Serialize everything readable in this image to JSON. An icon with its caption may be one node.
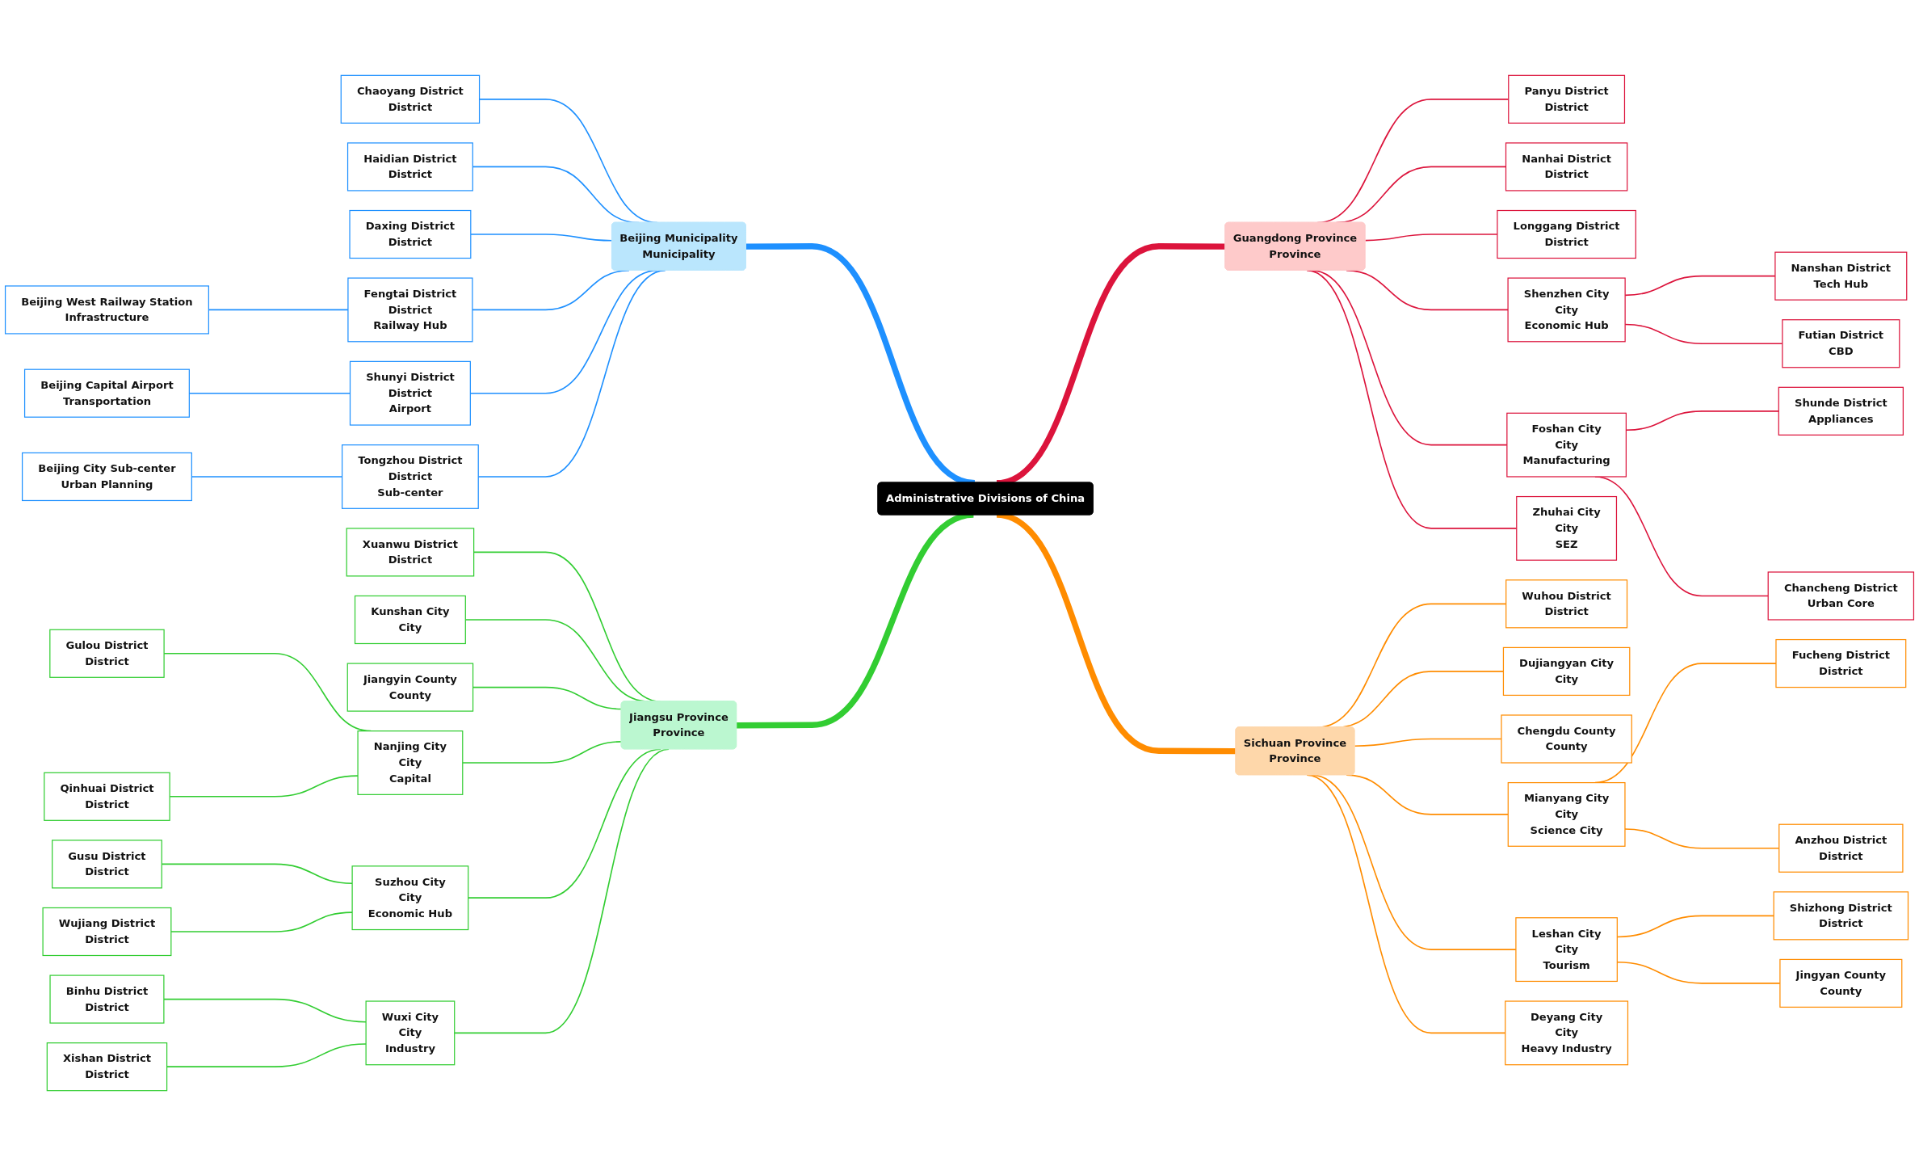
{
  "diagram": {
    "nodes": [
      {
        "text": [
          "Administrative Divisions of China"
        ]
      },
      {
        "text": [
          "Beijing Municipality",
          "Municipality"
        ]
      },
      {
        "text": [
          "Chaoyang District",
          "District"
        ]
      },
      {
        "text": [
          "Haidian District",
          "District"
        ]
      },
      {
        "text": [
          "Daxing District",
          "District"
        ]
      },
      {
        "text": [
          "Fengtai District",
          "District",
          "Railway Hub"
        ]
      },
      {
        "text": [
          "Beijing West Railway Station",
          "Infrastructure"
        ]
      },
      {
        "text": [
          "Shunyi District",
          "District",
          "Airport"
        ]
      },
      {
        "text": [
          "Beijing Capital Airport",
          "Transportation"
        ]
      },
      {
        "text": [
          "Tongzhou District",
          "District",
          "Sub-center"
        ]
      },
      {
        "text": [
          "Beijing City Sub-center",
          "Urban Planning"
        ]
      },
      {
        "text": [
          "Jiangsu Province",
          "Province"
        ]
      },
      {
        "text": [
          "Xuanwu District",
          "District"
        ]
      },
      {
        "text": [
          "Kunshan City",
          "City"
        ]
      },
      {
        "text": [
          "Jiangyin County",
          "County"
        ]
      },
      {
        "text": [
          "Nanjing City",
          "City",
          "Capital"
        ]
      },
      {
        "text": [
          "Gulou District",
          "District"
        ]
      },
      {
        "text": [
          "Qinhuai District",
          "District"
        ]
      },
      {
        "text": [
          "Suzhou City",
          "City",
          "Economic Hub"
        ]
      },
      {
        "text": [
          "Gusu District",
          "District"
        ]
      },
      {
        "text": [
          "Wujiang District",
          "District"
        ]
      },
      {
        "text": [
          "Wuxi City",
          "City",
          "Industry"
        ]
      },
      {
        "text": [
          "Binhu District",
          "District"
        ]
      },
      {
        "text": [
          "Xishan District",
          "District"
        ]
      },
      {
        "text": [
          "Guangdong Province",
          "Province"
        ]
      },
      {
        "text": [
          "Panyu District",
          "District"
        ]
      },
      {
        "text": [
          "Nanhai District",
          "District"
        ]
      },
      {
        "text": [
          "Longgang District",
          "District"
        ]
      },
      {
        "text": [
          "Shenzhen City",
          "City",
          "Economic Hub"
        ]
      },
      {
        "text": [
          "Nanshan District",
          "Tech Hub"
        ]
      },
      {
        "text": [
          "Futian District",
          "CBD"
        ]
      },
      {
        "text": [
          "Foshan City",
          "City",
          "Manufacturing"
        ]
      },
      {
        "text": [
          "Shunde District",
          "Appliances"
        ]
      },
      {
        "text": [
          "Chancheng District",
          "Urban Core"
        ]
      },
      {
        "text": [
          "Zhuhai City",
          "City",
          "SEZ"
        ]
      },
      {
        "text": [
          "Sichuan Province",
          "Province"
        ]
      },
      {
        "text": [
          "Wuhou District",
          "District"
        ]
      },
      {
        "text": [
          "Dujiangyan City",
          "City"
        ]
      },
      {
        "text": [
          "Chengdu County",
          "County"
        ]
      },
      {
        "text": [
          "Mianyang City",
          "City",
          "Science City"
        ]
      },
      {
        "text": [
          "Fucheng District",
          "District"
        ]
      },
      {
        "text": [
          "Anzhou District",
          "District"
        ]
      },
      {
        "text": [
          "Leshan City",
          "City",
          "Tourism"
        ]
      },
      {
        "text": [
          "Shizhong District",
          "District"
        ]
      },
      {
        "text": [
          "Jingyan County",
          "County"
        ]
      },
      {
        "text": [
          "Deyang City",
          "City",
          "Heavy Industry"
        ]
      }
    ],
    "edges": [
      {
        "from": 1,
        "to": 0,
        "arrow": "none",
        "style": "thick",
        "color": "#1e90ff"
      },
      {
        "from": 2,
        "to": 1,
        "arrow": "none",
        "color": "#1e90ff"
      },
      {
        "from": 3,
        "to": 1,
        "arrow": "none",
        "color": "#1e90ff"
      },
      {
        "from": 4,
        "to": 1,
        "arrow": "none",
        "color": "#1e90ff"
      },
      {
        "from": 5,
        "to": 1,
        "arrow": "none",
        "color": "#1e90ff"
      },
      {
        "from": 6,
        "to": 5,
        "arrow": "none",
        "color": "#1e90ff"
      },
      {
        "from": 7,
        "to": 1,
        "arrow": "none",
        "color": "#1e90ff"
      },
      {
        "from": 8,
        "to": 7,
        "arrow": "none",
        "color": "#1e90ff"
      },
      {
        "from": 9,
        "to": 1,
        "arrow": "none",
        "color": "#1e90ff"
      },
      {
        "from": 10,
        "to": 9,
        "arrow": "none",
        "color": "#1e90ff"
      },
      {
        "from": 11,
        "to": 0,
        "arrow": "none",
        "style": "thick",
        "color": "#32cd32"
      },
      {
        "from": 12,
        "to": 11,
        "arrow": "none",
        "color": "#32cd32"
      },
      {
        "from": 13,
        "to": 11,
        "arrow": "none",
        "color": "#32cd32"
      },
      {
        "from": 14,
        "to": 11,
        "arrow": "none",
        "color": "#32cd32"
      },
      {
        "from": 15,
        "to": 11,
        "arrow": "none",
        "color": "#32cd32"
      },
      {
        "from": 16,
        "to": 15,
        "arrow": "none",
        "color": "#32cd32"
      },
      {
        "from": 17,
        "to": 15,
        "arrow": "none",
        "color": "#32cd32"
      },
      {
        "from": 18,
        "to": 11,
        "arrow": "none",
        "color": "#32cd32"
      },
      {
        "from": 19,
        "to": 18,
        "arrow": "none",
        "color": "#32cd32"
      },
      {
        "from": 20,
        "to": 18,
        "arrow": "none",
        "color": "#32cd32"
      },
      {
        "from": 21,
        "to": 11,
        "arrow": "none",
        "color": "#32cd32"
      },
      {
        "from": 22,
        "to": 21,
        "arrow": "none",
        "color": "#32cd32"
      },
      {
        "from": 23,
        "to": 21,
        "arrow": "none",
        "color": "#32cd32"
      },
      {
        "from": 0,
        "to": 24,
        "arrow": "none",
        "style": "thick",
        "color": "#dc143c"
      },
      {
        "from": 24,
        "to": 25,
        "arrow": "none",
        "color": "#dc143c"
      },
      {
        "from": 24,
        "to": 26,
        "arrow": "none",
        "color": "#dc143c"
      },
      {
        "from": 24,
        "to": 27,
        "arrow": "none",
        "color": "#dc143c"
      },
      {
        "from": 24,
        "to": 28,
        "arrow": "none",
        "color": "#dc143c"
      },
      {
        "from": 28,
        "to": 29,
        "arrow": "none",
        "color": "#dc143c"
      },
      {
        "from": 28,
        "to": 30,
        "arrow": "none",
        "color": "#dc143c"
      },
      {
        "from": 24,
        "to": 31,
        "arrow": "none",
        "color": "#dc143c"
      },
      {
        "from": 31,
        "to": 32,
        "arrow": "none",
        "color": "#dc143c"
      },
      {
        "from": 31,
        "to": 33,
        "arrow": "none",
        "color": "#dc143c"
      },
      {
        "from": 24,
        "to": 34,
        "arrow": "none",
        "color": "#dc143c"
      },
      {
        "from": 0,
        "to": 35,
        "arrow": "none",
        "style": "thick",
        "color": "#ff8c00"
      },
      {
        "from": 35,
        "to": 36,
        "arrow": "none",
        "color": "#ff8c00"
      },
      {
        "from": 35,
        "to": 37,
        "arrow": "none",
        "color": "#ff8c00"
      },
      {
        "from": 35,
        "to": 38,
        "arrow": "none",
        "color": "#ff8c00"
      },
      {
        "from": 35,
        "to": 39,
        "arrow": "none",
        "color": "#ff8c00"
      },
      {
        "from": 39,
        "to": 40,
        "arrow": "none",
        "color": "#ff8c00"
      },
      {
        "from": 39,
        "to": 41,
        "arrow": "none",
        "color": "#ff8c00"
      },
      {
        "from": 35,
        "to": 42,
        "arrow": "none",
        "color": "#ff8c00"
      },
      {
        "from": 42,
        "to": 43,
        "arrow": "none",
        "color": "#ff8c00"
      },
      {
        "from": 42,
        "to": 44,
        "arrow": "none",
        "color": "#ff8c00"
      },
      {
        "from": 35,
        "to": 45,
        "arrow": "none",
        "color": "#ff8c00"
      }
    ]
  }
}
